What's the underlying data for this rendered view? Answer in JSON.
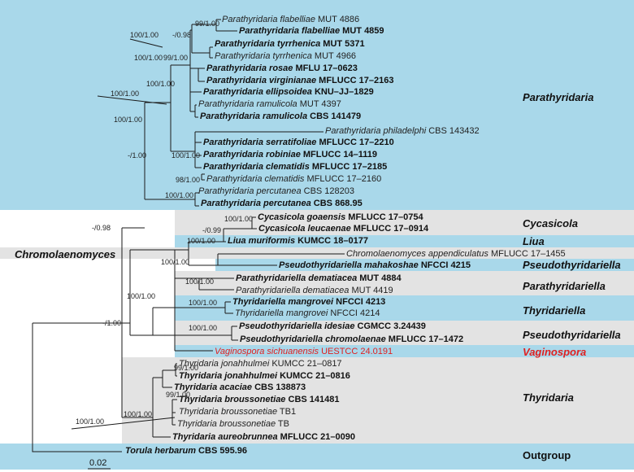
{
  "taxa": [
    {
      "genus_species": "Parathyridaria flabelliae",
      "strain": "MUT 4886",
      "bold": false,
      "red": false
    },
    {
      "genus_species": "Parathyridaria flabelliae",
      "strain": "MUT 4859",
      "bold": true,
      "red": false
    },
    {
      "genus_species": "Parathyridaria tyrrhenica",
      "strain": "MUT 5371",
      "bold": true,
      "red": false
    },
    {
      "genus_species": "Parathyridaria tyrrhenica",
      "strain": "MUT 4966",
      "bold": false,
      "red": false
    },
    {
      "genus_species": "Parathyridaria rosae",
      "strain": "MFLU 17–0623",
      "bold": true,
      "red": false
    },
    {
      "genus_species": "Parathyridaria virginianae",
      "strain": "MFLUCC 17–2163",
      "bold": true,
      "red": false
    },
    {
      "genus_species": "Parathyridaria ellipsoidea",
      "strain": "KNU–JJ–1829",
      "bold": true,
      "red": false
    },
    {
      "genus_species": "Parathyridaria ramulicola",
      "strain": "MUT 4397",
      "bold": false,
      "red": false
    },
    {
      "genus_species": "Parathyridaria ramulicola",
      "strain": "CBS 141479",
      "bold": true,
      "red": false
    },
    {
      "genus_species": "Parathyridaria philadelphi",
      "strain": "CBS 143432",
      "bold": false,
      "red": false
    },
    {
      "genus_species": "Parathyridaria serratifoliae",
      "strain": "MFLUCC 17–2210",
      "bold": true,
      "red": false
    },
    {
      "genus_species": "Parathyridaria robiniae",
      "strain": "MFLUCC 14–1119",
      "bold": true,
      "red": false
    },
    {
      "genus_species": "Parathyridaria clematidis",
      "strain": "MFLUCC 17–2185",
      "bold": true,
      "red": false
    },
    {
      "genus_species": "Parathyridaria clematidis",
      "strain": "MFLUCC 17–2160",
      "bold": false,
      "red": false
    },
    {
      "genus_species": "Parathyridaria percutanea",
      "strain": "CBS 128203",
      "bold": false,
      "red": false
    },
    {
      "genus_species": "Parathyridaria percutanea",
      "strain": "CBS 868.95",
      "bold": true,
      "red": false
    },
    {
      "genus_species": "Cycasicola goaensis",
      "strain": "MFLUCC 17–0754",
      "bold": true,
      "red": false
    },
    {
      "genus_species": "Cycasicola leucaenae",
      "strain": "MFLUCC 17–0914",
      "bold": true,
      "red": false
    },
    {
      "genus_species": "Liua muriformis",
      "strain": "KUMCC 18–0177",
      "bold": true,
      "red": false
    },
    {
      "genus_species": "Chromolaenomyces appendiculatus",
      "strain": "MFLUCC 17–1455",
      "bold": false,
      "red": false
    },
    {
      "genus_species": "Pseudothyridariella mahakoshae",
      "strain": "NFCCI 4215",
      "bold": true,
      "red": false
    },
    {
      "genus_species": "Parathyridariella dematiacea",
      "strain": "MUT 4884",
      "bold": true,
      "red": false
    },
    {
      "genus_species": "Parathyridariella dematiacea",
      "strain": "MUT 4419",
      "bold": false,
      "red": false
    },
    {
      "genus_species": "Thyridariella mangrovei",
      "strain": "NFCCI 4213",
      "bold": true,
      "red": false
    },
    {
      "genus_species": "Thyridariella mangrovei",
      "strain": "NFCCI 4214",
      "bold": false,
      "red": false
    },
    {
      "genus_species": "Pseudothyridariella idesiae",
      "strain": "CGMCC 3.24439",
      "bold": true,
      "red": false
    },
    {
      "genus_species": "Pseudothyridariella chromolaenae",
      "strain": "MFLUCC 17–1472",
      "bold": true,
      "red": false
    },
    {
      "genus_species": "Vaginospora sichuanensis",
      "strain": "UESTCC 24.0191",
      "bold": false,
      "red": true
    },
    {
      "genus_species": "Thyridaria jonahhulmei",
      "strain": "KUMCC 21–0817",
      "bold": false,
      "red": false
    },
    {
      "genus_species": "Thyridaria jonahhulmei",
      "strain": "KUMCC 21–0816",
      "bold": true,
      "red": false
    },
    {
      "genus_species": "Thyridaria acaciae",
      "strain": "CBS 138873",
      "bold": true,
      "red": false
    },
    {
      "genus_species": "Thyridaria broussonetiae",
      "strain": "CBS 141481",
      "bold": true,
      "red": false
    },
    {
      "genus_species": "Thyridaria broussonetiae",
      "strain": "TB1",
      "bold": false,
      "red": false
    },
    {
      "genus_species": "Thyridaria broussonetiae",
      "strain": "TB",
      "bold": false,
      "red": false
    },
    {
      "genus_species": "Thyridaria aureobrunnea",
      "strain": "MFLUCC 21–0090",
      "bold": true,
      "red": false
    },
    {
      "genus_species": "Torula herbarum",
      "strain": "CBS 595.96",
      "bold": true,
      "red": false
    }
  ],
  "support_values": [
    "99/1.00",
    "100/1.00",
    "-/0.98",
    "100/1.00",
    "99/1.00",
    "100/1.00",
    "100/1.00",
    "100/1.00",
    "-/1.00",
    "100/1.00",
    "98/1.00",
    "100/1.00",
    "-/0.98",
    "100/1.00",
    "-/0.99",
    "100/1.00",
    "100/1.00",
    "100/1.00",
    "100/1.00",
    "100/1.00",
    "100/1.00",
    "-/1.00",
    "99/1.00",
    "100/1.00",
    "99/1.00",
    "100/1.00"
  ],
  "groups": {
    "parathyridaria": "Parathyridaria",
    "cycasicola": "Cycasicola",
    "liua": "Liua",
    "chromolaenomyces": "Chromolaenomyces",
    "pseudothyridariella_a": "Pseudothyridariella",
    "parathyridariella": "Parathyridariella",
    "thyridariella": "Thyridariella",
    "pseudothyridariella_b": "Pseudothyridariella",
    "vaginospora": "Vaginospora",
    "thyridaria": "Thyridaria",
    "outgroup": "Outgroup"
  },
  "scale_bar": "0.02",
  "colors": {
    "band_blue": "#a9d8ea",
    "band_gray": "#e3e3e3",
    "highlight_red": "#e02020"
  }
}
